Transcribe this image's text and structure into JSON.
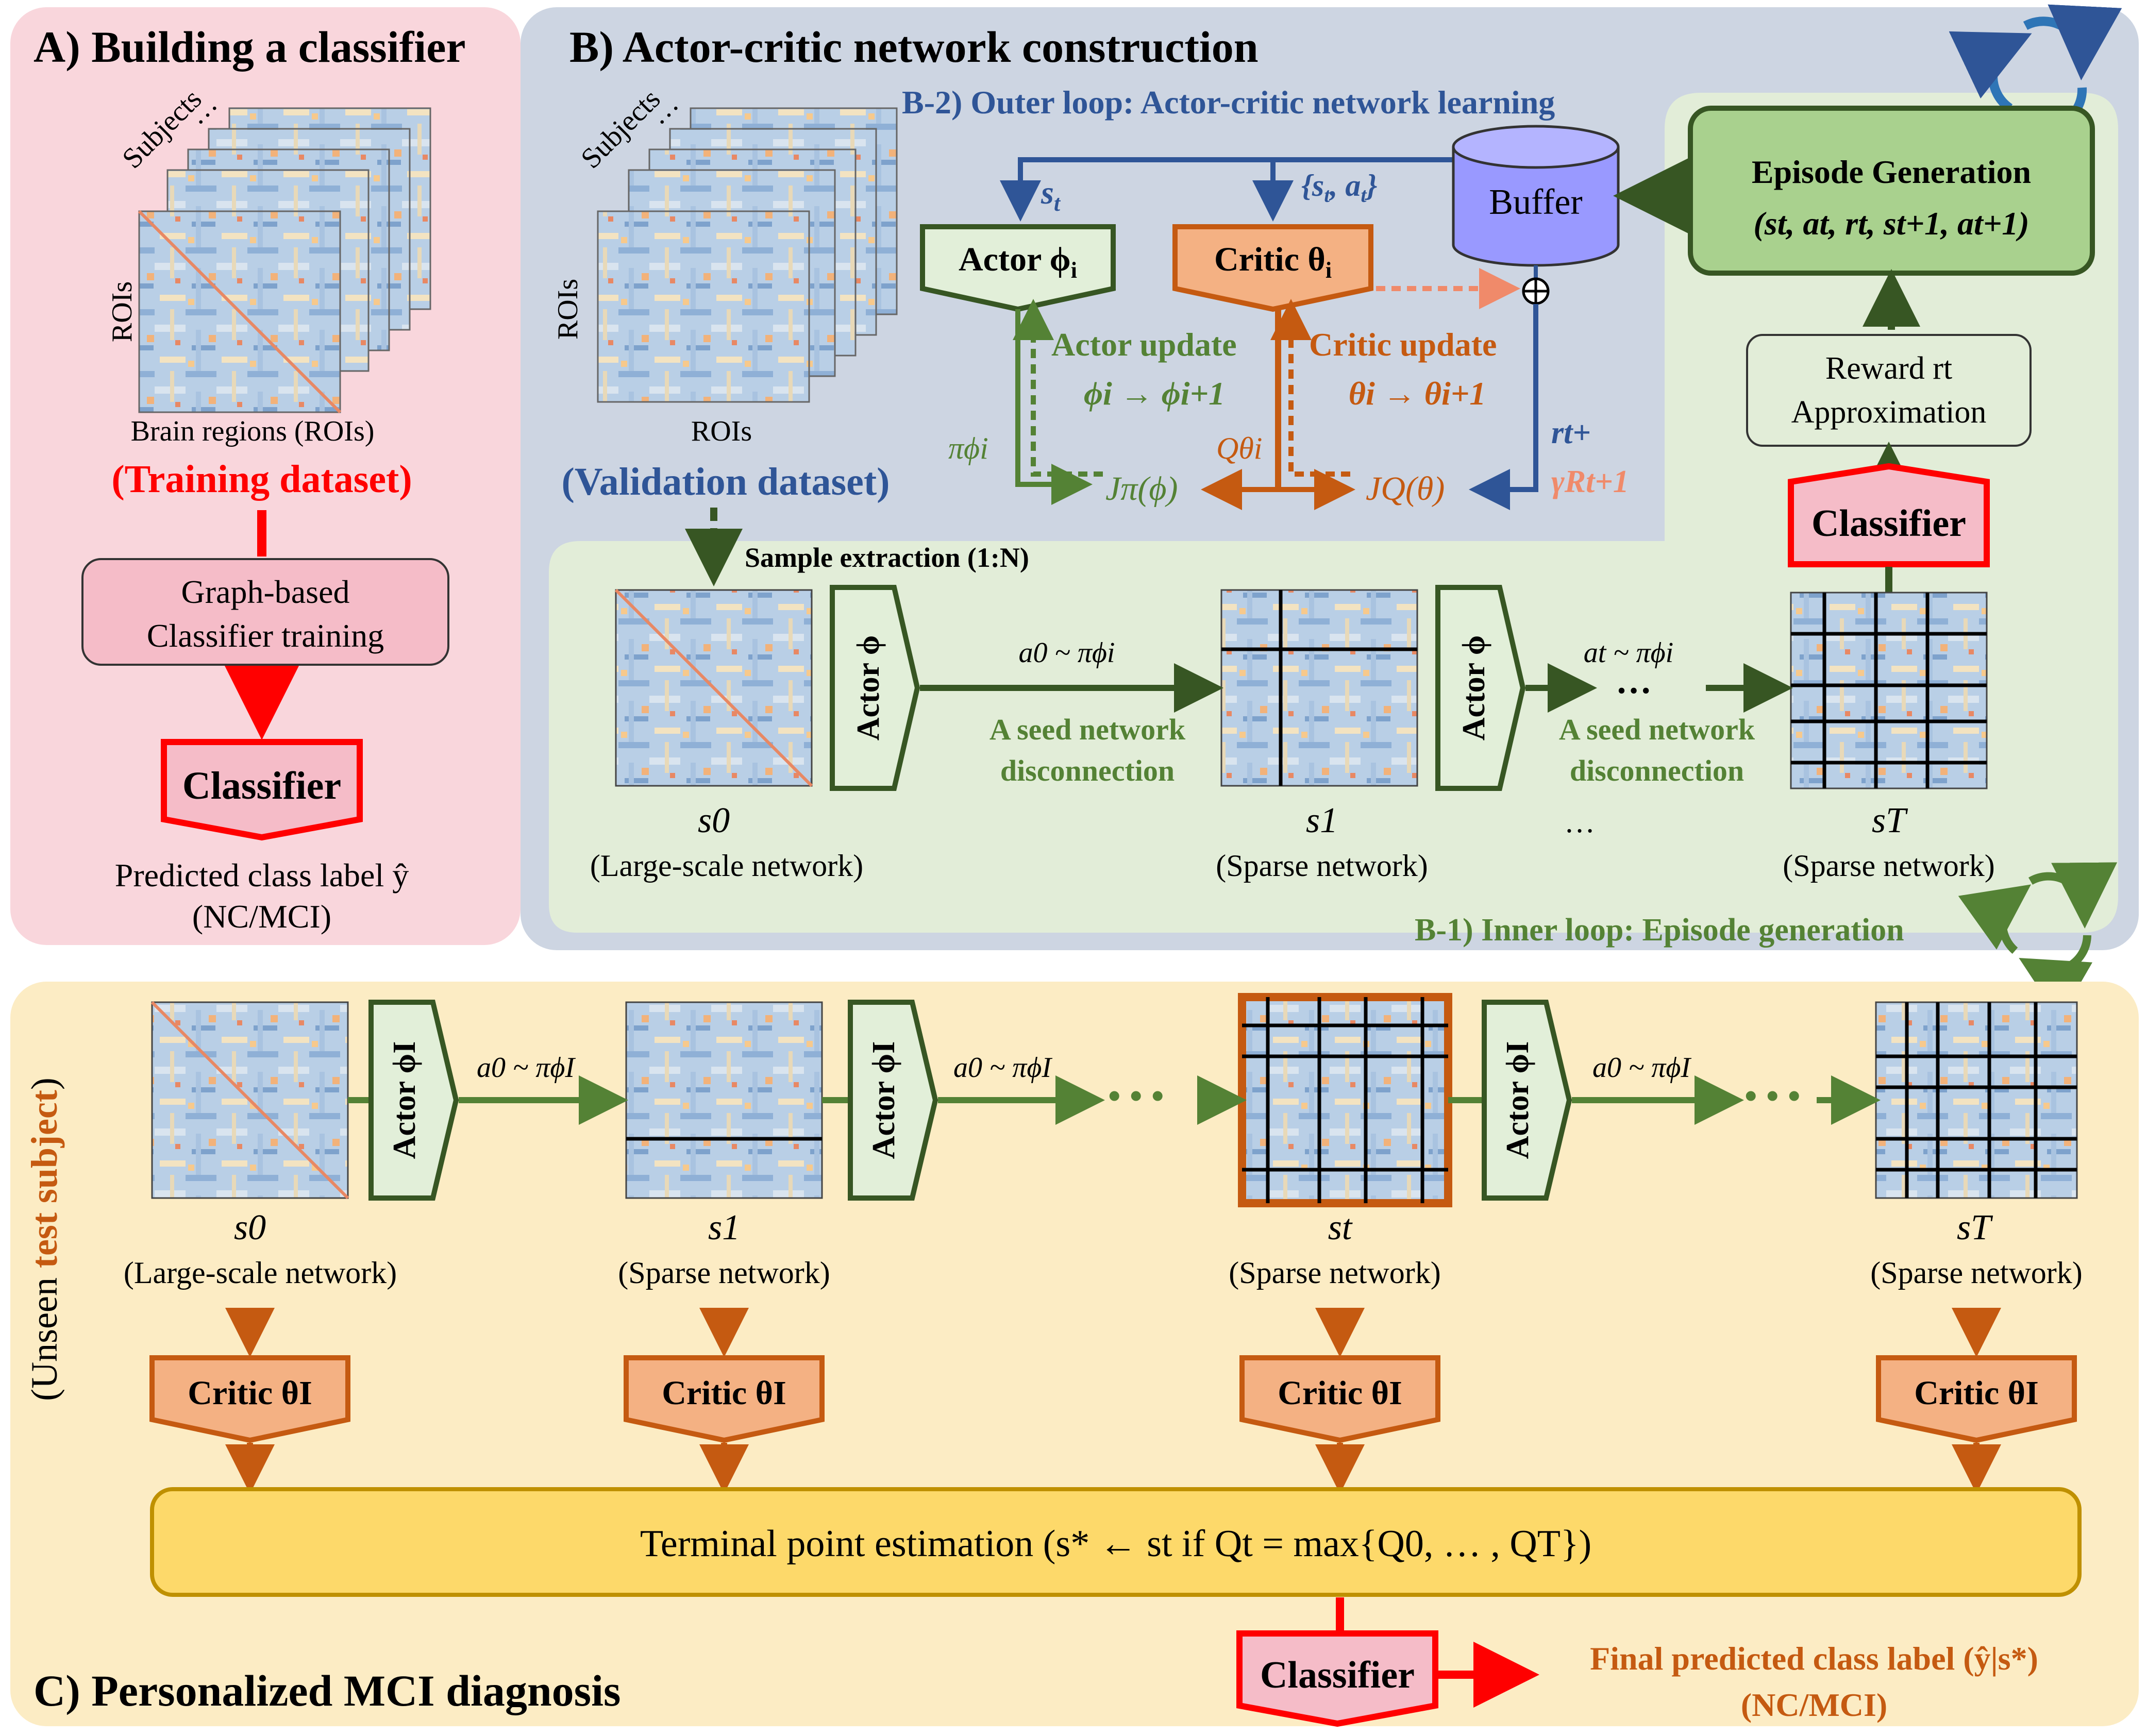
{
  "panelA": {
    "title": "A) Building a classifier",
    "subjects": "Subjects",
    "dots": "…",
    "rois": "ROIs",
    "brain_regions": "Brain regions (ROIs)",
    "training": "(Training dataset)",
    "classifier_training_line1": "Graph-based",
    "classifier_training_line2": "Classifier training",
    "classifier": "Classifier",
    "predicted": "Predicted class label ŷ",
    "ncmci": "(NC/MCI)"
  },
  "panelB": {
    "title": "B) Actor-critic network construction",
    "outer_loop": "B-2) Outer loop: Actor-critic network learning",
    "inner_loop": "B-1) Inner loop: Episode generation",
    "subjects": "Subjects",
    "dots": "…",
    "rois_y": "ROIs",
    "rois_x": "ROIs",
    "validation": "(Validation dataset)",
    "st_label": "s",
    "st_sub": "t",
    "sat_label": "{s",
    "sat_mid": ", a",
    "sat_end": "}",
    "actor": "Actor ϕ",
    "actor_sub": "i",
    "critic": "Critic θ",
    "critic_sub": "i",
    "buffer": "Buffer",
    "actor_update": "Actor update",
    "actor_update_eq": "ϕi → ϕi+1",
    "critic_update": "Critic update",
    "critic_update_eq": "θi → θi+1",
    "pi_phi": "πϕi",
    "q_theta": "Qθi",
    "j_pi": "Jπ(ϕ)",
    "j_q": "JQ(θ)",
    "reward_term": "rt+",
    "discount_term": "γRt+1",
    "episode_title": "Episode Generation",
    "episode_tuple": "(st, at, rt, st+1, at+1)",
    "reward_line1": "Reward rt",
    "reward_line2": "Approximation",
    "classifier": "Classifier",
    "sample_extraction": "Sample extraction (1:N)",
    "a0_pi": "a0 ~ πϕi",
    "at_pi": "at ~ πϕi",
    "seed_line1": "A seed network",
    "seed_line2": "disconnection",
    "s0": "s0",
    "s1": "s1",
    "sT": "sT",
    "large_scale": "(Large-scale network)",
    "sparse": "(Sparse  network)",
    "ellipsis": "…"
  },
  "panelC": {
    "title": "C) Personalized MCI diagnosis",
    "unseen_prefix": "(Unseen ",
    "unseen_highlight": "test subject",
    "unseen_suffix": ")",
    "actor": "Actor ϕI",
    "a0_pi": "a0 ~ πϕI",
    "critic": "Critic θI",
    "s0": "s0",
    "s1": "s1",
    "st": "st",
    "sT": "sT",
    "large_scale": "(Large-scale network)",
    "sparse": "(Sparse  network)",
    "terminal": "Terminal point estimation (s* ← st  if  Qt = max{Q0, … , QT})",
    "classifier": "Classifier",
    "final_label": "Final predicted class label (ŷ|s*)",
    "final_ncmci": "(NC/MCI)"
  },
  "colors": {
    "panelA_bg": "#f9d6dc",
    "panelB_bg": "#cdd5e2",
    "inner_loop_bg": "#e2edd8",
    "panelC_bg": "#fcecc4",
    "red": "#ff0000",
    "green": "#548235",
    "orange": "#c55a11",
    "blue": "#2f5597",
    "actor_fill": "#e2efd9",
    "critic_fill": "#f4b183",
    "buffer_fill": "#9999ff",
    "terminal_fill": "#fdd96a"
  }
}
